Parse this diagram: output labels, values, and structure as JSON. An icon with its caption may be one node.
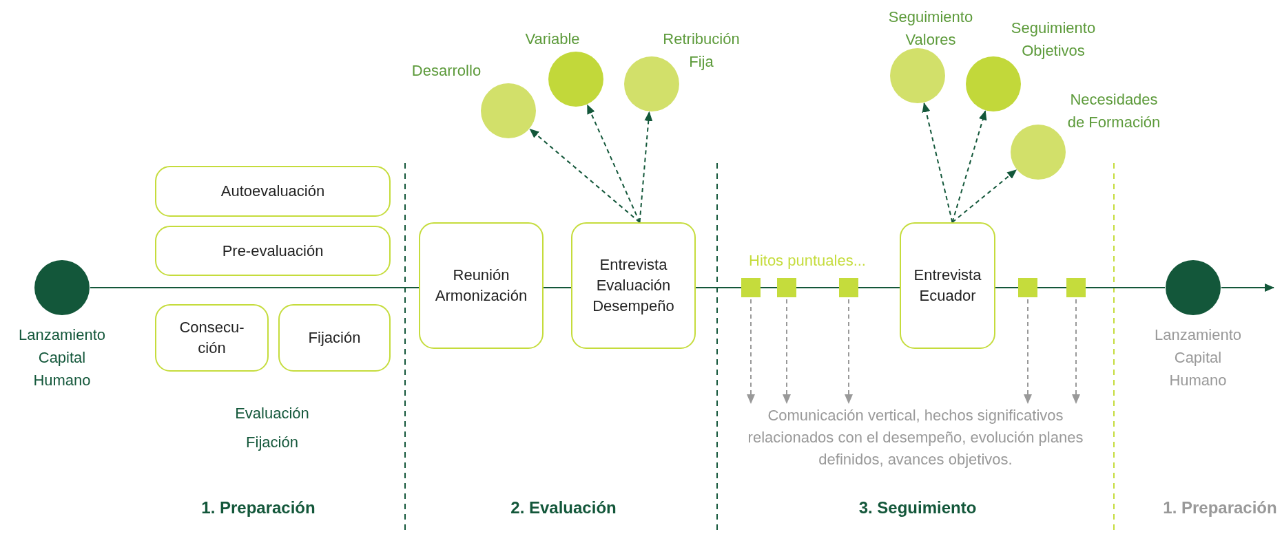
{
  "diagram": {
    "nodes": [
      {
        "text": [
          "Lanzamiento Capital Humano"
        ]
      },
      {
        "text": [
          "Autoevaluación"
        ]
      },
      {
        "text": [
          "Pre-evaluación"
        ]
      },
      {
        "text": [
          "Consecu- ción"
        ]
      },
      {
        "text": [
          "Fijación"
        ]
      },
      {
        "text": [
          "Reunión Armonización"
        ]
      },
      {
        "text": [
          "Entrevista Evaluación Desempeño"
        ]
      },
      {
        "text": [
          "Desarrollo"
        ]
      },
      {
        "text": [
          "Variable"
        ]
      },
      {
        "text": [
          "Retribución Fija"
        ]
      },
      {
        "text": [],
        "shape": "box"
      },
      {
        "text": [],
        "shape": "box"
      },
      {
        "text": [],
        "shape": "box"
      },
      {
        "text": [
          "Entrevista Ecuador"
        ]
      },
      {
        "text": [
          "Seguimiento Valores"
        ]
      },
      {
        "text": [
          "Seguimiento Objetivos"
        ]
      },
      {
        "text": [
          "Necesidades de Formación"
        ]
      },
      {
        "text": [],
        "shape": "box"
      },
      {
        "text": [],
        "shape": "box"
      },
      {
        "text": [
          "Lanzamiento Capital Humano"
        ]
      },
      {
        "text": [
          "Comunicación vertical, hechos significativos relacionados con el desempeño, evolución planes definidos, avances objetivos."
        ]
      }
    ],
    "edges": [
      {
        "from": 0,
        "to": 5,
        "arrow": "none"
      },
      {
        "from": 5,
        "to": 6,
        "arrow": "none"
      },
      {
        "from": 6,
        "to": 10,
        "arrow": "none"
      },
      {
        "from": 10,
        "to": 11,
        "arrow": "none"
      },
      {
        "from": 11,
        "to": 12,
        "arrow": "none"
      },
      {
        "from": 12,
        "to": 13,
        "arrow": "none"
      },
      {
        "from": 13,
        "to": 17,
        "arrow": "none"
      },
      {
        "from": 17,
        "to": 18,
        "arrow": "none"
      },
      {
        "from": 18,
        "to": 19,
        "arrow": "none"
      },
      {
        "from": 19,
        "to": null,
        "arrow": "to"
      },
      {
        "from": 6,
        "to": 7,
        "arrow": "to",
        "style": "dashed"
      },
      {
        "from": 6,
        "to": 8,
        "arrow": "to",
        "style": "dashed"
      },
      {
        "from": 6,
        "to": 9,
        "arrow": "to",
        "style": "dashed"
      },
      {
        "from": 13,
        "to": 14,
        "arrow": "to",
        "style": "dashed"
      },
      {
        "from": 13,
        "to": 15,
        "arrow": "to",
        "style": "dashed"
      },
      {
        "from": 13,
        "to": 16,
        "arrow": "to",
        "style": "dashed"
      },
      {
        "from": 10,
        "to": 20,
        "arrow": "to",
        "style": "dashed",
        "color": "#999999"
      },
      {
        "from": 11,
        "to": 20,
        "arrow": "to",
        "style": "dashed",
        "color": "#999999"
      },
      {
        "from": 12,
        "to": 20,
        "arrow": "to",
        "style": "dashed",
        "color": "#999999"
      },
      {
        "from": 17,
        "to": 20,
        "arrow": "to",
        "style": "dashed",
        "color": "#999999"
      },
      {
        "from": 18,
        "to": 20,
        "arrow": "to",
        "style": "dashed",
        "color": "#999999"
      }
    ],
    "labels": [
      "Evaluación",
      "Fijación",
      "Hitos puntuales...",
      "1. Preparación",
      "2. Evaluación",
      "3. Seguimiento",
      "1. Preparación"
    ]
  }
}
